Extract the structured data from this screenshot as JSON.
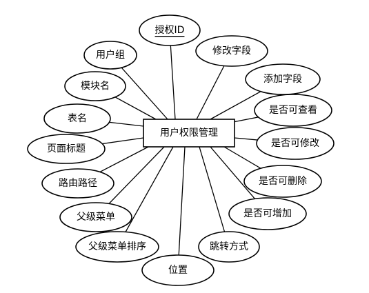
{
  "entity": {
    "label": "用户权限管理"
  },
  "attributes": [
    {
      "id": "auth-id",
      "label": "授权ID",
      "is_key": true
    },
    {
      "id": "user-group",
      "label": "用户组",
      "is_key": false
    },
    {
      "id": "edit-field",
      "label": "修改字段",
      "is_key": false
    },
    {
      "id": "module-name",
      "label": "模块名",
      "is_key": false
    },
    {
      "id": "add-field",
      "label": "添加字段",
      "is_key": false
    },
    {
      "id": "table-name",
      "label": "表名",
      "is_key": false
    },
    {
      "id": "can-view",
      "label": "是否可查看",
      "is_key": false
    },
    {
      "id": "page-title",
      "label": "页面标题",
      "is_key": false
    },
    {
      "id": "can-edit",
      "label": "是否可修改",
      "is_key": false
    },
    {
      "id": "route-path",
      "label": "路由路径",
      "is_key": false
    },
    {
      "id": "can-delete",
      "label": "是否可删除",
      "is_key": false
    },
    {
      "id": "parent-menu",
      "label": "父级菜单",
      "is_key": false
    },
    {
      "id": "can-add",
      "label": "是否可增加",
      "is_key": false
    },
    {
      "id": "parent-menu-order",
      "label": "父级菜单排序",
      "is_key": false
    },
    {
      "id": "jump-method",
      "label": "跳转方式",
      "is_key": false
    },
    {
      "id": "position",
      "label": "位置",
      "is_key": false
    }
  ]
}
